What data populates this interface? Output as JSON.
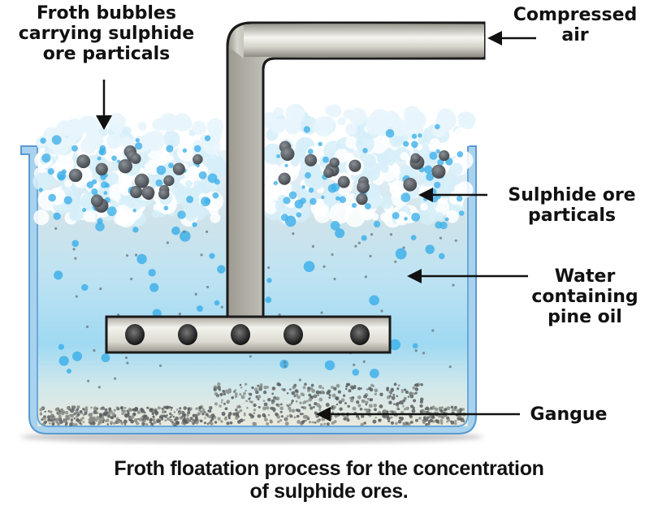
{
  "diagram": {
    "title": "Froth floatation process for the concentration of sulphide ores.",
    "caption_lines": [
      "Froth floatation process for the concentration",
      "of sulphide ores."
    ],
    "labels": {
      "froth": [
        "Froth bubbles",
        "carrying sulphide",
        "ore particals"
      ],
      "air": [
        "Compressed",
        "air"
      ],
      "sulphide": [
        "Sulphide ore",
        "particals"
      ],
      "water": [
        "Water",
        "containing",
        "pine oil"
      ],
      "gangue": [
        "Gangue"
      ]
    },
    "components": [
      "tank",
      "froth layer",
      "air pipe",
      "perforated distributor",
      "water with pine oil",
      "gangue sediment"
    ],
    "distributor_holes": 5,
    "colors": {
      "tank_border": "#6aa8d8",
      "water_top": "#cfe6f2",
      "water_mid": "#9fd8f0",
      "water_bottom": "#e4eee8",
      "pipe": "#c8c6bc",
      "ore_particle": "#555a60",
      "bubble": "#3fb0ea",
      "text": "#111111"
    }
  }
}
